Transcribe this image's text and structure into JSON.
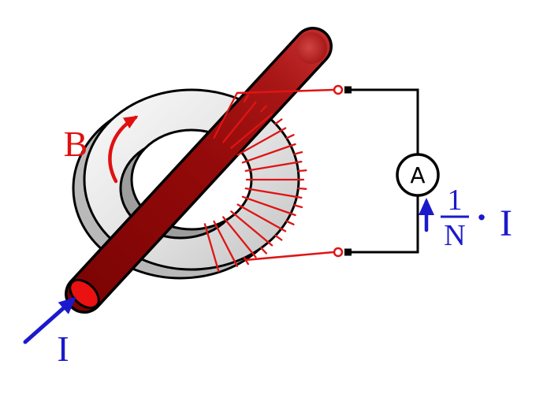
{
  "diagram": {
    "labels": {
      "magnetic_field": "B",
      "primary_current": "I",
      "ammeter": "A",
      "ratio_numerator": "1",
      "ratio_denominator": "N",
      "multiplication_dot": "·",
      "secondary_current": "I"
    },
    "colors": {
      "label_red": "#e01010",
      "winding_red": "#e01414",
      "label_blue": "#1a1acc",
      "conductor_dark_red": "#8f0808",
      "conductor_end_red": "#ea1111",
      "core_gray": "#d9d9d9",
      "outline_black": "#000000"
    }
  }
}
